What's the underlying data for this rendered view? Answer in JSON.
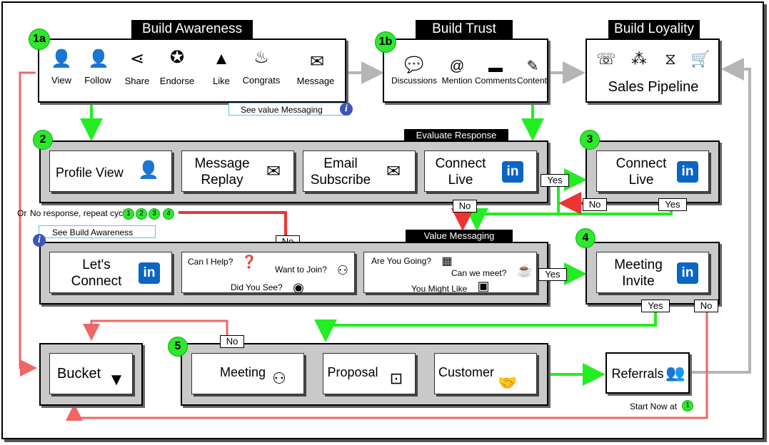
{
  "colors": {
    "green": "#22ee22",
    "red": "#ee3333",
    "pink": "#ee6666",
    "gray": "#b5b5b5",
    "linkedin": "#0a66c2"
  },
  "awareness": {
    "title": "Build Awareness",
    "badge": "1a",
    "items": [
      {
        "label": "View",
        "icon": "person-eye-icon"
      },
      {
        "label": "Follow",
        "icon": "person-check-icon"
      },
      {
        "label": "Share",
        "icon": "share-icon"
      },
      {
        "label": "Endorse",
        "icon": "ribbon-icon"
      },
      {
        "label": "Like",
        "icon": "thumbs-up-icon"
      },
      {
        "label": "Congrats",
        "icon": "cake-icon"
      },
      {
        "label": "Message",
        "icon": "envelope-icon"
      }
    ],
    "link": "See value Messaging"
  },
  "trust": {
    "title": "Build Trust",
    "badge": "1b",
    "items": [
      {
        "label": "Discussions",
        "icon": "chat-bubbles-icon"
      },
      {
        "label": "Mention",
        "icon": "at-icon"
      },
      {
        "label": "Comments",
        "icon": "comment-icon"
      },
      {
        "label": "Content",
        "icon": "edit-icon"
      }
    ]
  },
  "loyalty": {
    "title": "Build Loyality",
    "icons": [
      "phone-icon",
      "footprints-icon",
      "dna-icon",
      "cart-icon"
    ],
    "label": "Sales Pipeline"
  },
  "evaluate": {
    "badge": "2",
    "subtitle": "Evaluate Response",
    "cards": [
      {
        "label": "Profile View",
        "icon": "person-eye-icon"
      },
      {
        "label": "Message Replay",
        "icon": "reply-icon"
      },
      {
        "label": "Email Subscribe",
        "icon": "open-mail-icon"
      },
      {
        "label": "Connect Live",
        "icon": "linkedin-icon"
      }
    ]
  },
  "connect": {
    "badge": "3",
    "label": "Connect Live"
  },
  "repeat": {
    "or": "Or",
    "text": "No response, repeat cycle",
    "steps": [
      "1",
      "2",
      "3",
      "4"
    ]
  },
  "value": {
    "subtitle": "Value Messaging",
    "link": "See Build Awareness",
    "lets_connect": "Let's Connect",
    "help": {
      "q1": "Can I Help?",
      "q2": "Want to Join?",
      "q3": "Did You See?"
    },
    "going": {
      "q1": "Are You Going?",
      "q2": "Can we meet?",
      "q3": "You Might Like"
    }
  },
  "meeting_invite": {
    "badge": "4",
    "label": "Meeting Invite"
  },
  "bucket": {
    "label": "Bucket"
  },
  "pipeline": {
    "badge": "5",
    "steps": [
      {
        "label": "Meeting",
        "icon": "meeting-icon"
      },
      {
        "label": "Proposal",
        "icon": "presentation-icon"
      },
      {
        "label": "Customer",
        "icon": "handshake-icon"
      }
    ]
  },
  "referrals": {
    "label": "Referrals",
    "start": "Start Now at",
    "start_badge": "1"
  },
  "tags": {
    "yes": "Yes",
    "no": "No"
  }
}
